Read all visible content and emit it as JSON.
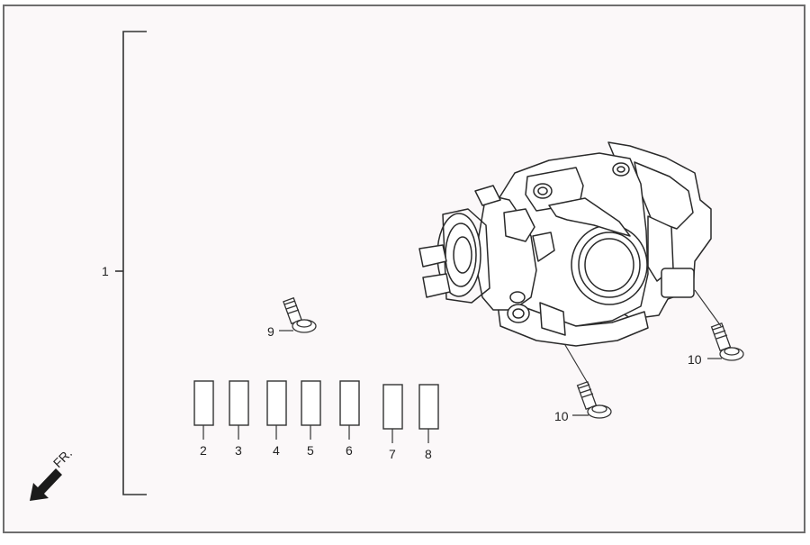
{
  "diagram": {
    "colors": {
      "background": "#fbf8f9",
      "border": "#6e6e6e",
      "line": "#333333"
    },
    "labels": {
      "assembly": "1",
      "seal_a": "2",
      "seal_b": "3",
      "seal_c": "4",
      "seal_d": "5",
      "seal_e": "6",
      "seal_f": "7",
      "seal_g": "8",
      "screw_small": "9",
      "bolt_left": "10",
      "bolt_right": "10"
    },
    "front_indicator": "FR."
  }
}
